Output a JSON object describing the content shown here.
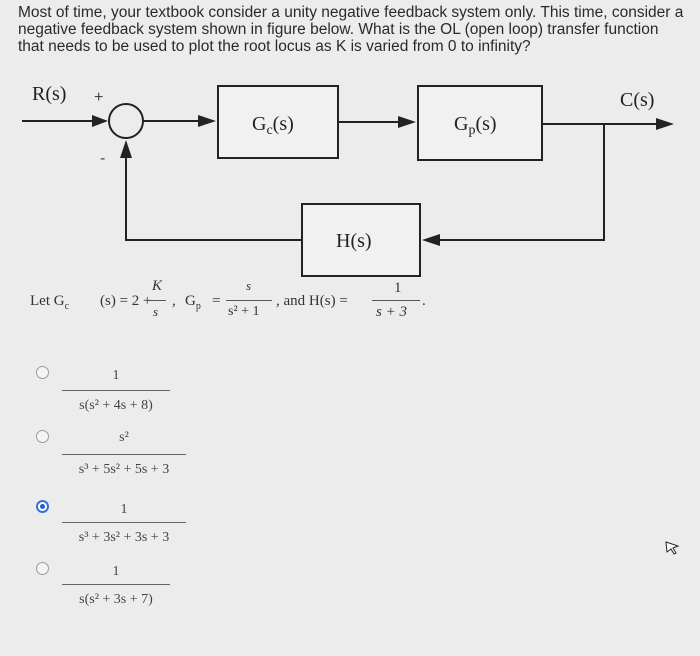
{
  "question": {
    "text": "Most of time, your textbook consider a unity negative feedback system only. This time, consider a negative feedback system shown in figure below. What is the OL (open loop) transfer function that needs to be used to plot the root locus as K is varied from 0 to infinity?"
  },
  "diagram": {
    "input_label": "R(s)",
    "output_label": "C(s)",
    "plus_sign": "+",
    "minus_sign": "-",
    "blocks": [
      {
        "label": "Gc(s)"
      },
      {
        "label": "Gp(s)"
      },
      {
        "label": "H(s)"
      }
    ]
  },
  "given": {
    "let": "Let G",
    "gc_sub": "c",
    "gc_rest": "(s) = 2 +",
    "gc_num": "K",
    "gc_den": "s",
    "comma1": ",",
    "gp": "G",
    "gp_sub": "p",
    "eq": "=",
    "gp_num": "s",
    "gp_den": "s² + 1",
    "and": ", and H(s) =",
    "h_num": "1",
    "h_den": "s + 3",
    "period": "."
  },
  "options": [
    {
      "numerator": "1",
      "denominator": "s(s² + 4s + 8)",
      "selected": false
    },
    {
      "numerator": "s²",
      "denominator": "s³ + 5s² + 5s + 3",
      "selected": false
    },
    {
      "numerator": "1",
      "denominator": "s³ + 3s² + 3s + 3",
      "selected": true
    },
    {
      "numerator": "1",
      "denominator": "s(s² + 3s + 7)",
      "selected": false
    }
  ],
  "colors": {
    "selected_radio": "#1f5ce0",
    "background": "#ececec"
  },
  "icons": {
    "cursor": "mouse-pointer-icon"
  }
}
